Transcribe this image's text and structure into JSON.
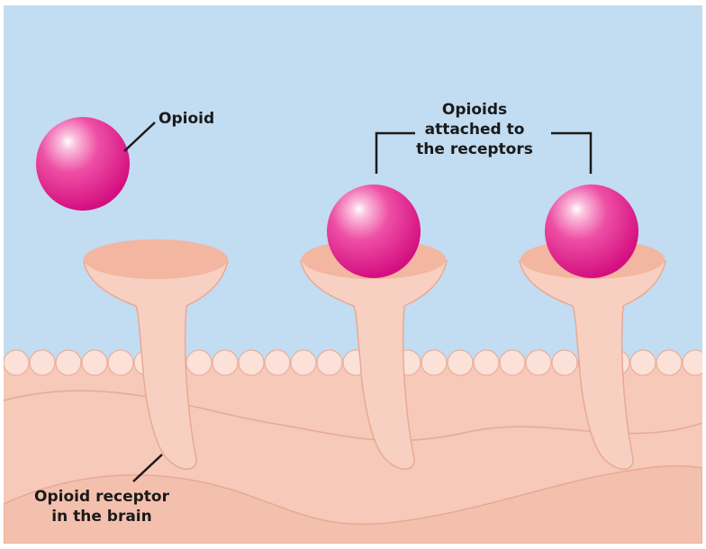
{
  "labels": {
    "opioid": "Opioid",
    "attached_line1": "Opioids",
    "attached_line2": "attached to",
    "attached_line3": "the receptors",
    "receptor_line1": "Opioid receptor",
    "receptor_line2": "in the brain"
  },
  "colors": {
    "fluid": "#c2dcf1",
    "membrane": "#f6c9b9",
    "membrane_deep": "#f3bfae",
    "membrane_outline": "#e8a995",
    "bead": "#fbe1d7",
    "receptor": "#f8d0c1",
    "receptor_cup": "#f2b6a1",
    "opioid": "#e4168d",
    "ink": "#1a1a1a"
  }
}
